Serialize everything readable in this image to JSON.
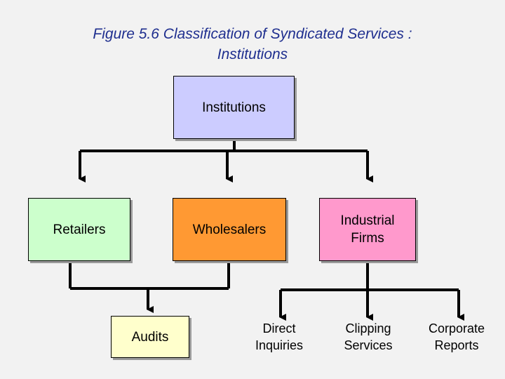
{
  "title": {
    "line1": "Figure 5.6  Classification of Syndicated Services :",
    "line2": "Institutions"
  },
  "nodes": {
    "root": {
      "label": "Institutions",
      "color": "#ccccff"
    },
    "retailers": {
      "label": "Retailers",
      "color": "#ccffcc"
    },
    "wholesalers": {
      "label": "Wholesalers",
      "color": "#ff9933"
    },
    "industrial": {
      "label_line1": "Industrial",
      "label_line2": "Firms",
      "color": "#ff99cc"
    },
    "audits": {
      "label": "Audits",
      "color": "#ffffcc"
    },
    "direct": {
      "label_line1": "Direct",
      "label_line2": "Inquiries"
    },
    "clipping": {
      "label_line1": "Clipping",
      "label_line2": "Services"
    },
    "corporate": {
      "label_line1": "Corporate",
      "label_line2": "Reports"
    }
  },
  "colors": {
    "title": "#1f2f8f",
    "line": "#000000"
  }
}
